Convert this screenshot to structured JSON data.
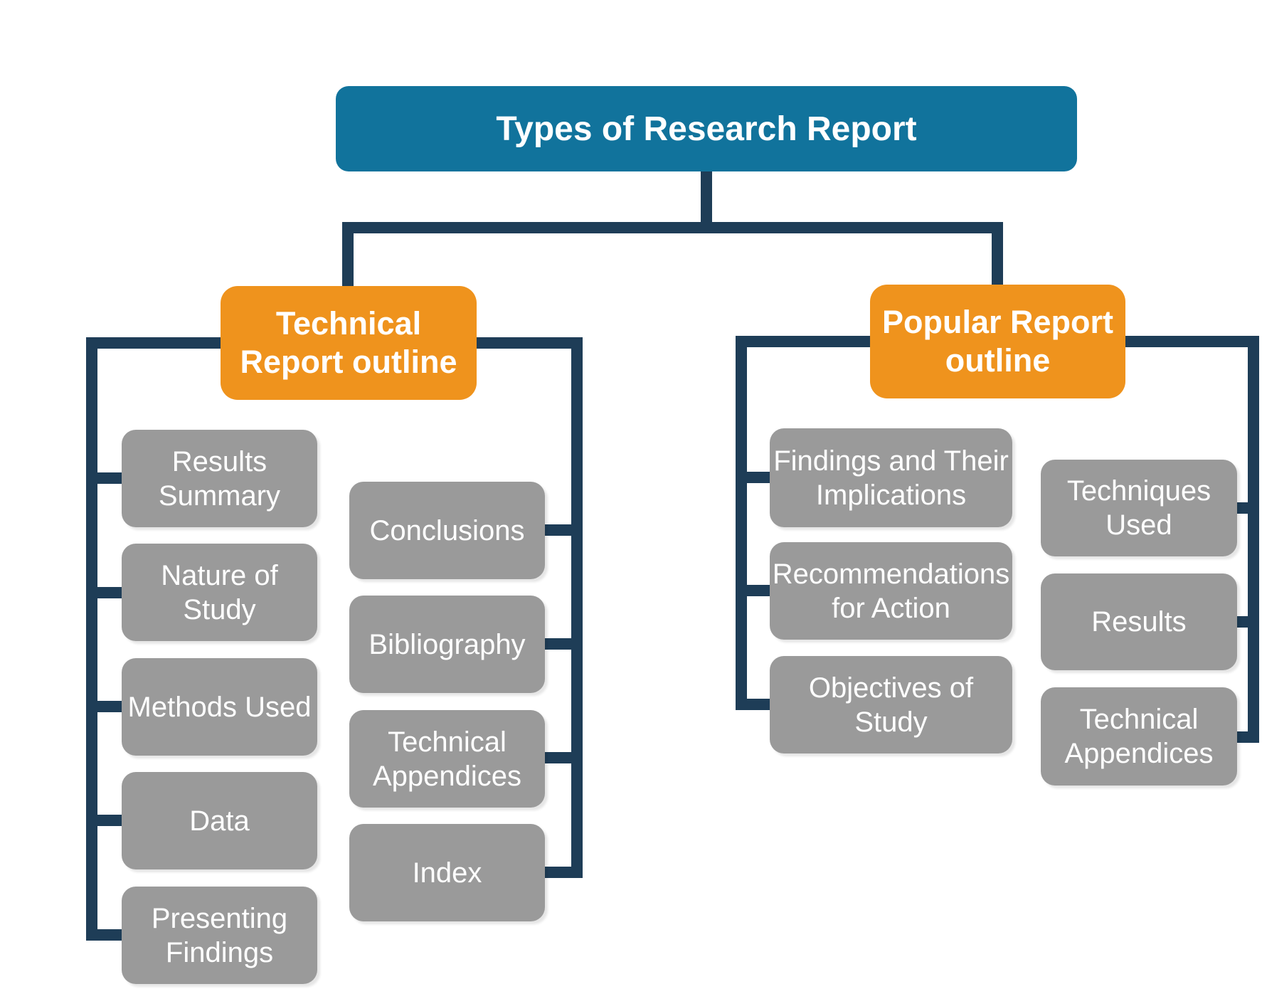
{
  "title": "Types of Research Report",
  "technical": {
    "heading": "Technical\nReport outline",
    "left_items": [
      "Results\nSummary",
      "Nature of\nStudy",
      "Methods Used",
      "Data",
      "Presenting\nFindings"
    ],
    "right_items": [
      "Conclusions",
      "Bibliography",
      "Technical\nAppendices",
      "Index"
    ]
  },
  "popular": {
    "heading": "Popular Report\noutline",
    "left_items": [
      "Findings and Their\nImplications",
      "Recommendations\nfor Action",
      "Objectives of\nStudy"
    ],
    "right_items": [
      "Techniques\nUsed",
      "Results",
      "Technical\nAppendices"
    ]
  },
  "colors": {
    "title_fill": "#11739c",
    "heading_fill": "#ef931d",
    "item_fill": "#9a9a9a",
    "connector": "#1e3d57",
    "text": "#ffffff"
  }
}
